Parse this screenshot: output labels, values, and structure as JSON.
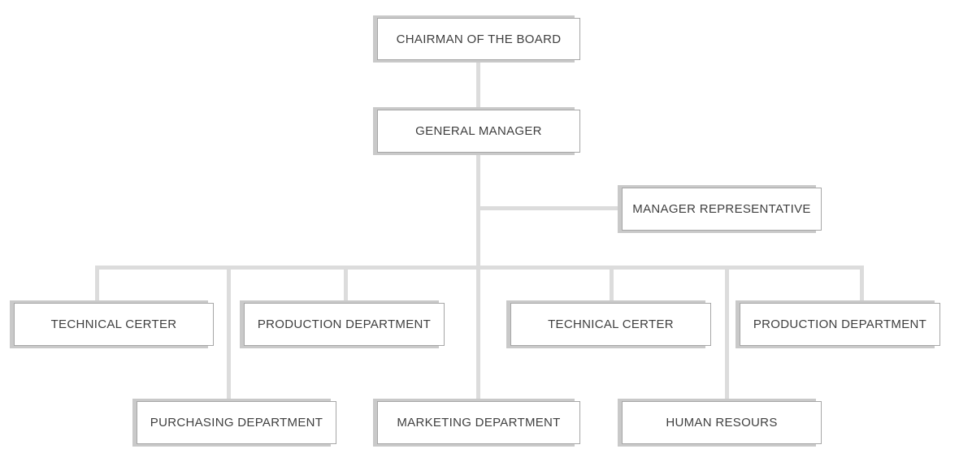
{
  "diagram": {
    "type": "org-chart",
    "nodes": {
      "chairman": {
        "label": "CHAIRMAN OF THE BOARD"
      },
      "general_manager": {
        "label": "GENERAL MANAGER"
      },
      "manager_representative": {
        "label": "MANAGER REPRESENTATIVE"
      },
      "technical_center_1": {
        "label": "TECHNICAL CERTER"
      },
      "production_department_1": {
        "label": "PRODUCTION DEPARTMENT"
      },
      "technical_center_2": {
        "label": "TECHNICAL CERTER"
      },
      "production_department_2": {
        "label": "PRODUCTION DEPARTMENT"
      },
      "purchasing_department": {
        "label": "PURCHASING DEPARTMENT"
      },
      "marketing_department": {
        "label": "MARKETING DEPARTMENT"
      },
      "human_resources": {
        "label": "HUMAN RESOURS"
      }
    },
    "edges": [
      [
        "chairman",
        "general_manager"
      ],
      [
        "general_manager",
        "manager_representative"
      ],
      [
        "general_manager",
        "technical_center_1"
      ],
      [
        "general_manager",
        "production_department_1"
      ],
      [
        "general_manager",
        "technical_center_2"
      ],
      [
        "general_manager",
        "production_department_2"
      ],
      [
        "general_manager",
        "purchasing_department"
      ],
      [
        "general_manager",
        "marketing_department"
      ],
      [
        "general_manager",
        "human_resources"
      ]
    ]
  },
  "colors": {
    "box_border": "#a6a6a6",
    "box_shadow": "#c9c9c9",
    "connector": "#dcdcdc",
    "text": "#3f3f3f",
    "background": "#ffffff"
  }
}
